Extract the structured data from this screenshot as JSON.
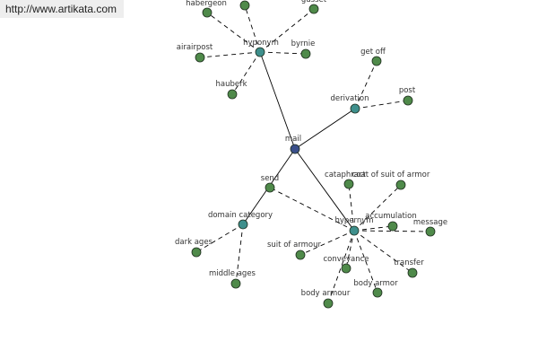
{
  "watermark": "http://www.artikata.com",
  "colors": {
    "center": "#3a4f8a",
    "hub": "#3e8f8c",
    "leaf": "#4f8a4a",
    "edge": "#000000"
  },
  "graph": {
    "nodes": [
      {
        "id": "mail",
        "label": "mail",
        "type": "center"
      },
      {
        "id": "hyponym",
        "label": "hyponym",
        "type": "hub"
      },
      {
        "id": "derivation",
        "label": "derivation",
        "type": "hub"
      },
      {
        "id": "send",
        "label": "send",
        "type": "leaf"
      },
      {
        "id": "hypernym",
        "label": "hypernym",
        "type": "hub"
      },
      {
        "id": "domain_category",
        "label": "domain category",
        "type": "hub"
      },
      {
        "id": "habergeon",
        "label": "habergeon",
        "type": "leaf"
      },
      {
        "id": "top_leaf",
        "label": "",
        "type": "leaf"
      },
      {
        "id": "gusset",
        "label": "gusset",
        "type": "leaf"
      },
      {
        "id": "airairpost",
        "label": "airairpost",
        "type": "leaf"
      },
      {
        "id": "byrnie",
        "label": "byrnie",
        "type": "leaf"
      },
      {
        "id": "hauberk",
        "label": "hauberk",
        "type": "leaf"
      },
      {
        "id": "get_off",
        "label": "get off",
        "type": "leaf"
      },
      {
        "id": "post",
        "label": "post",
        "type": "leaf"
      },
      {
        "id": "cataphract",
        "label": "cataphract",
        "type": "leaf"
      },
      {
        "id": "coat_of_armor",
        "label": "coat of suit of armor",
        "type": "leaf"
      },
      {
        "id": "accumulation",
        "label": "accumulation",
        "type": "leaf"
      },
      {
        "id": "message",
        "label": "message",
        "type": "leaf"
      },
      {
        "id": "suit_of_armour",
        "label": "suit of armour",
        "type": "leaf"
      },
      {
        "id": "conveyance",
        "label": "conveyance",
        "type": "leaf"
      },
      {
        "id": "transfer",
        "label": "transfer",
        "type": "leaf"
      },
      {
        "id": "body_armour",
        "label": "body armour",
        "type": "leaf"
      },
      {
        "id": "body_armor",
        "label": "body armor",
        "type": "leaf"
      },
      {
        "id": "dark_ages",
        "label": "dark ages",
        "type": "leaf"
      },
      {
        "id": "middle_ages",
        "label": "middle ages",
        "type": "leaf"
      }
    ],
    "edges": [
      {
        "from": "mail",
        "to": "hyponym",
        "style": "solid"
      },
      {
        "from": "mail",
        "to": "derivation",
        "style": "solid"
      },
      {
        "from": "mail",
        "to": "hypernym",
        "style": "solid"
      },
      {
        "from": "mail",
        "to": "domain_category",
        "style": "solid"
      },
      {
        "from": "hyponym",
        "to": "habergeon",
        "style": "dashed"
      },
      {
        "from": "hyponym",
        "to": "top_leaf",
        "style": "dashed"
      },
      {
        "from": "hyponym",
        "to": "gusset",
        "style": "dashed"
      },
      {
        "from": "hyponym",
        "to": "airairpost",
        "style": "dashed"
      },
      {
        "from": "hyponym",
        "to": "byrnie",
        "style": "dashed"
      },
      {
        "from": "hyponym",
        "to": "hauberk",
        "style": "dashed"
      },
      {
        "from": "derivation",
        "to": "get_off",
        "style": "dashed"
      },
      {
        "from": "derivation",
        "to": "post",
        "style": "dashed"
      },
      {
        "from": "hypernym",
        "to": "send",
        "style": "dashed"
      },
      {
        "from": "hypernym",
        "to": "cataphract",
        "style": "dashed"
      },
      {
        "from": "hypernym",
        "to": "coat_of_armor",
        "style": "dashed"
      },
      {
        "from": "hypernym",
        "to": "accumulation",
        "style": "dashed"
      },
      {
        "from": "hypernym",
        "to": "message",
        "style": "dashed"
      },
      {
        "from": "hypernym",
        "to": "suit_of_armour",
        "style": "dashed"
      },
      {
        "from": "hypernym",
        "to": "conveyance",
        "style": "dashed"
      },
      {
        "from": "hypernym",
        "to": "transfer",
        "style": "dashed"
      },
      {
        "from": "hypernym",
        "to": "body_armour",
        "style": "dashed"
      },
      {
        "from": "hypernym",
        "to": "body_armor",
        "style": "dashed"
      },
      {
        "from": "domain_category",
        "to": "dark_ages",
        "style": "dashed"
      },
      {
        "from": "domain_category",
        "to": "middle_ages",
        "style": "dashed"
      }
    ]
  }
}
